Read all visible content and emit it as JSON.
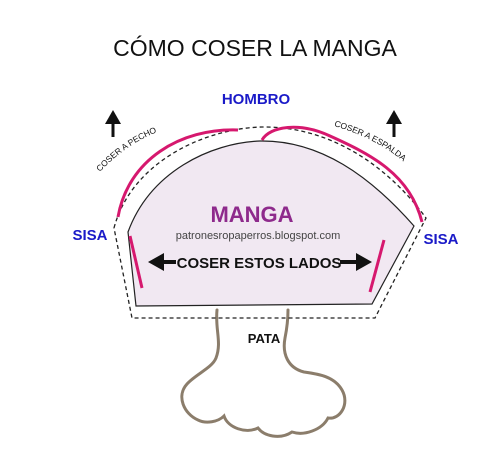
{
  "title": "CÓMO COSER LA MANGA",
  "labels": {
    "hombro": "HOMBRO",
    "coser_pecho": "COSER A PECHO",
    "coser_espalda": "COSER A ESPALDA",
    "sisa_left": "SISA",
    "sisa_right": "SISA",
    "manga": "MANGA",
    "website": "patronesropaperros.blogspot.com",
    "coser_lados": "COSER ESTOS LADOS",
    "pata": "PATA"
  },
  "colors": {
    "title": "#111111",
    "blue": "#1a1ac8",
    "magenta": "#d6186e",
    "purple": "#8e2a8c",
    "sleeve_fill": "#f1e8f2",
    "pata": "#8b7d6b"
  },
  "icons": {
    "arrow_up": "arrow-up-icon",
    "arrow_double": "double-arrow-icon"
  }
}
